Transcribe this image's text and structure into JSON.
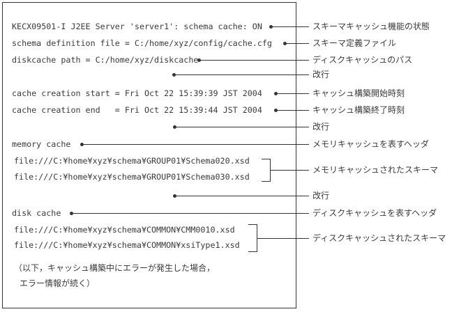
{
  "figure": {
    "description_role": "annotated-console-output",
    "colors": {
      "ink": "#333333",
      "text": "#3a3a3a",
      "background": "#ffffff"
    }
  },
  "console": {
    "lines": [
      {
        "text": "KECX09501-I J2EE Server 'server1': schema cache: ON"
      },
      {
        "text": "schema definition file = C:/home/xyz/config/cache.cfg"
      },
      {
        "text": "diskcache path = C:/home/xyz/diskcache"
      },
      {
        "text": "cache creation start = Fri Oct 22 15:39:39 JST 2004"
      },
      {
        "text": "cache creation end   = Fri Oct 22 15:39:44 JST 2004"
      },
      {
        "text": "memory cache"
      },
      {
        "text": "file:///C:¥home¥xyz¥schema¥GROUP01¥Schema020.xsd"
      },
      {
        "text": "file:///C:¥home¥xyz¥schema¥GROUP01¥Schema030.xsd"
      },
      {
        "text": "disk cache"
      },
      {
        "text": "file:///C:¥home¥xyz¥schema¥COMMON¥CMM0010.xsd"
      },
      {
        "text": "file:///C:¥home¥xyz¥schema¥COMMON¥xsiType1.xsd"
      }
    ],
    "note_line1": "（以下，キャッシュ構築中にエラーが発生した場合，",
    "note_line2": "エラー情報が続く）"
  },
  "annotations": {
    "labels": [
      "スキーマキャッシュ機能の状態",
      "スキーマ定義ファイル",
      "ディスクキャッシュのパス",
      "改行",
      "キャッシュ構築開始時刻",
      "キャッシュ構築終了時刻",
      "改行",
      "メモリキャッシュを表すヘッダ",
      "メモリキャッシュされたスキーマ",
      "改行",
      "ディスクキャッシュを表すヘッダ",
      "ディスクキャッシュされたスキーマ"
    ]
  }
}
